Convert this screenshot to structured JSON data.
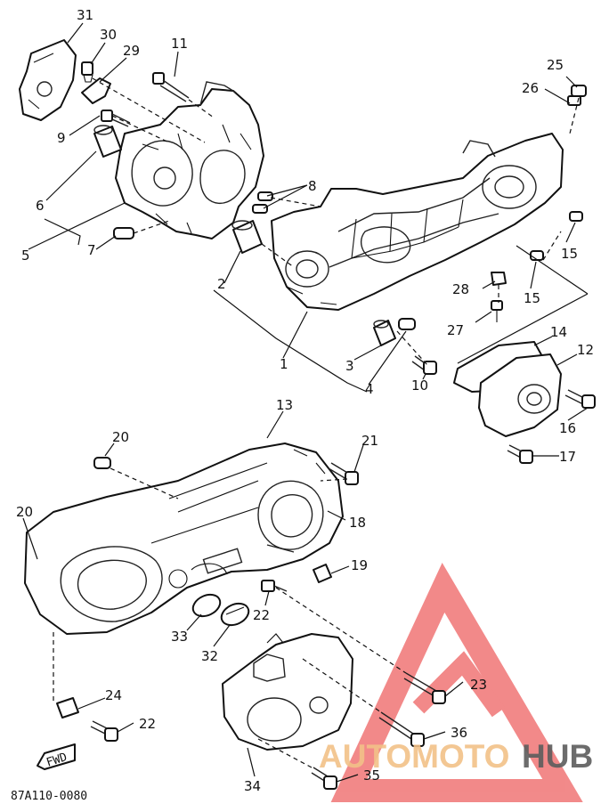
{
  "diagram": {
    "code": "87A110-0080",
    "labels": {
      "p1": "1",
      "p2": "2",
      "p3": "3",
      "p4": "4",
      "p5": "5",
      "p6": "6",
      "p7": "7",
      "p8": "8",
      "p9": "9",
      "p10": "10",
      "p11": "11",
      "p12": "12",
      "p13": "13",
      "p14": "14",
      "p15a": "15",
      "p15b": "15",
      "p16": "16",
      "p17": "17",
      "p18": "18",
      "p19": "19",
      "p20a": "20",
      "p20b": "20",
      "p21": "21",
      "p22a": "22",
      "p22b": "22",
      "p23": "23",
      "p24": "24",
      "p25": "25",
      "p26": "26",
      "p27": "27",
      "p28": "28",
      "p29": "29",
      "p30": "30",
      "p31": "31",
      "p32": "32",
      "p33": "33",
      "p34": "34",
      "p35": "35",
      "p36": "36"
    },
    "fwd_mark": "FWD"
  },
  "watermark": {
    "word_a": "AUTOMOTO",
    "word_b": "HUB",
    "colors": {
      "triangle": "#f07575",
      "word_a": "#f2c188",
      "word_b": "#5d5d5d"
    }
  }
}
